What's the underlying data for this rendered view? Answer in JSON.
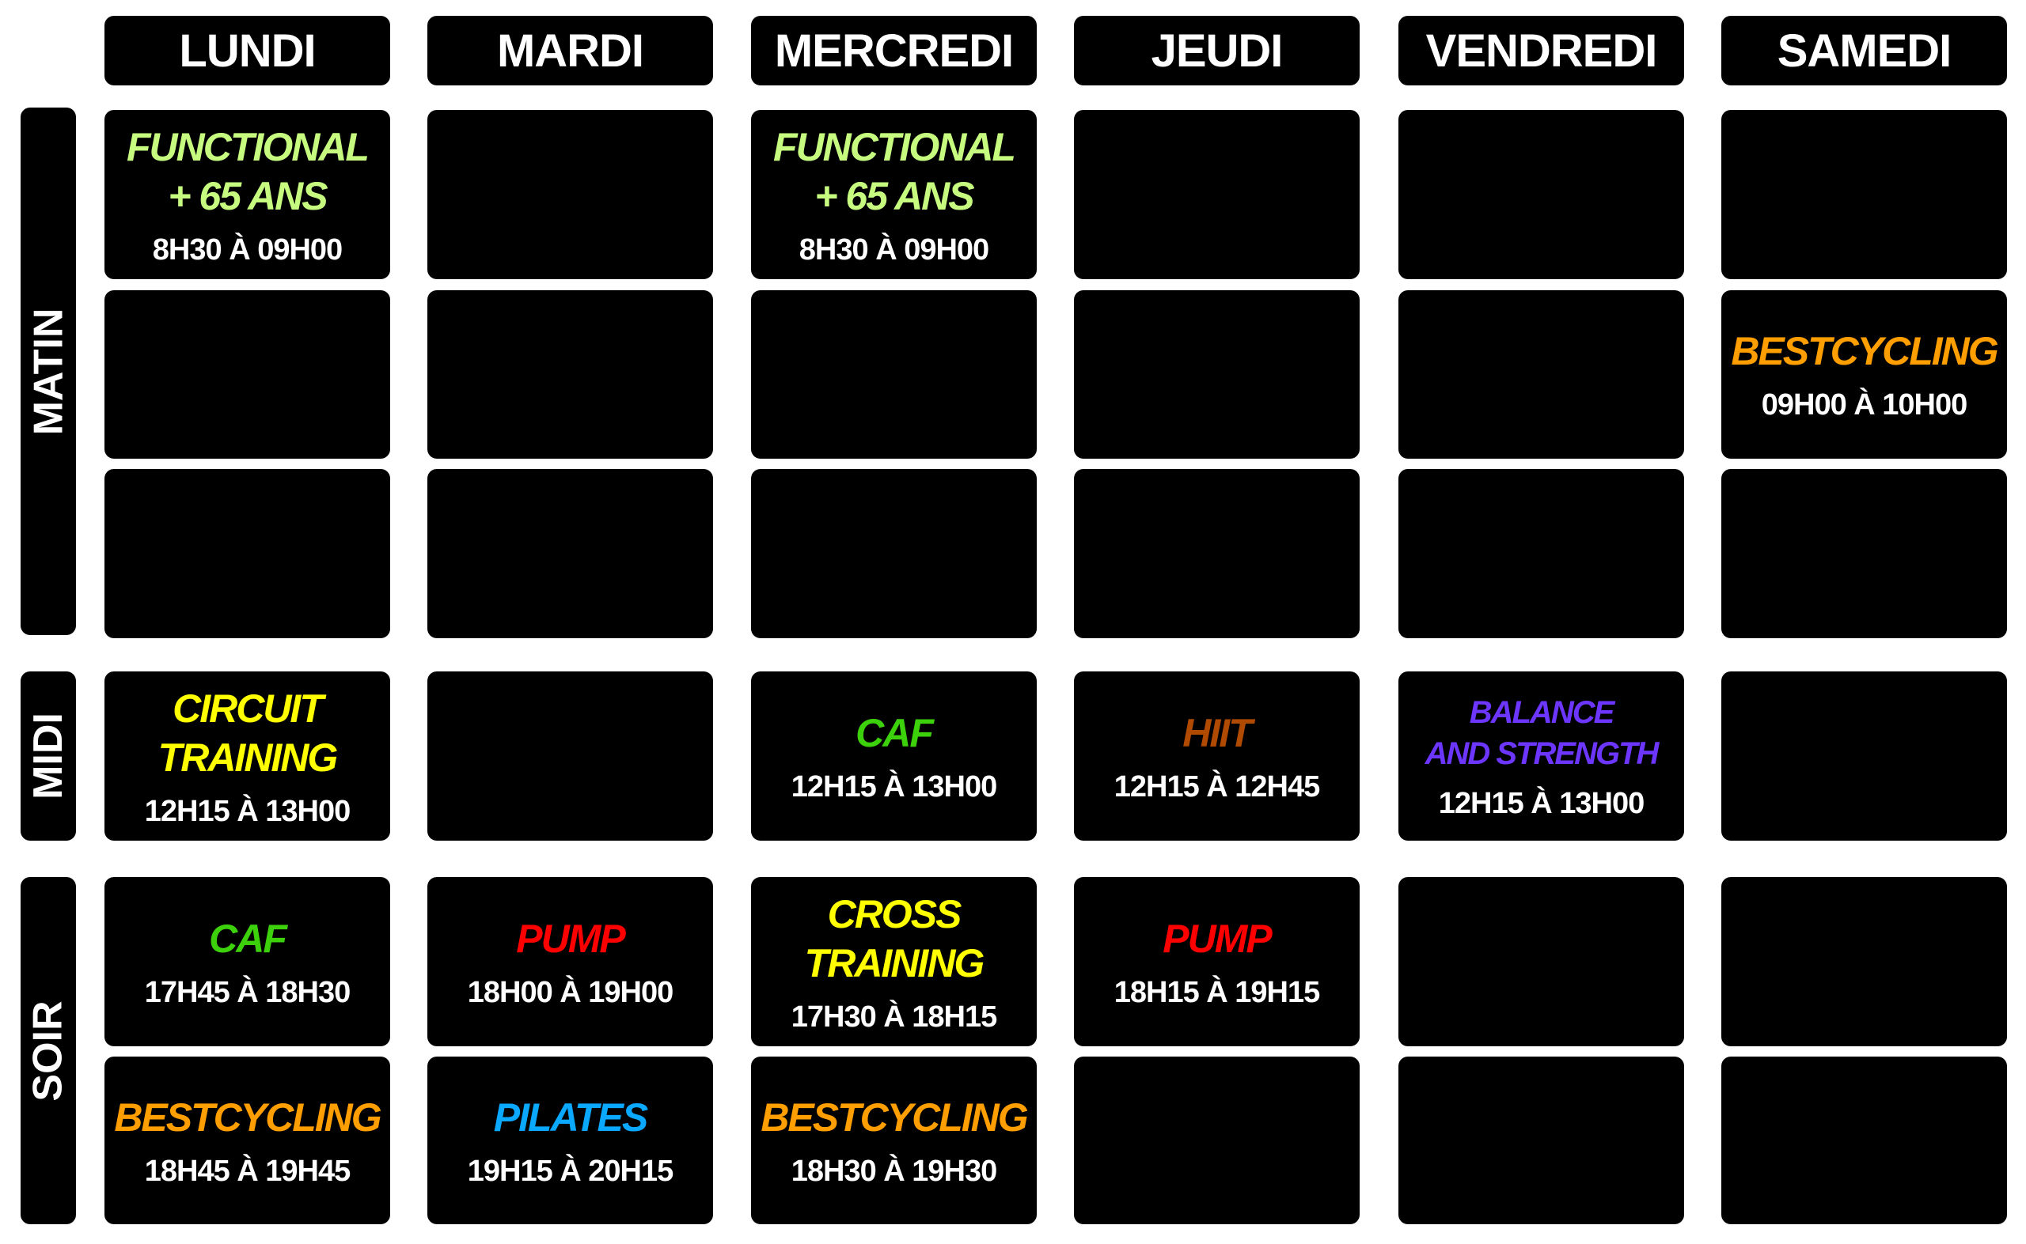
{
  "days": [
    "LUNDI",
    "MARDI",
    "MERCREDI",
    "JEUDI",
    "VENDREDI",
    "SAMEDI"
  ],
  "periods": [
    "MATIN",
    "MIDI",
    "SOIR"
  ],
  "rows": [
    {
      "period": "MATIN",
      "cells": [
        {
          "name": "FUNCTIONAL\n+ 65 ANS",
          "time": "8H30 À 09H00",
          "color": "#c6fb80"
        },
        null,
        {
          "name": "FUNCTIONAL\n+ 65 ANS",
          "time": "8H30 À 09H00",
          "color": "#c6fb80"
        },
        null,
        null,
        null
      ]
    },
    {
      "period": "MATIN",
      "cells": [
        null,
        null,
        null,
        null,
        null,
        {
          "name": "BESTCYCLING",
          "time": "09H00 À 10H00",
          "color": "#ff9e00"
        }
      ]
    },
    {
      "period": "MATIN",
      "cells": [
        null,
        null,
        null,
        null,
        null,
        null
      ]
    },
    {
      "period": "MIDI",
      "cells": [
        {
          "name": "CIRCUIT\nTRAINING",
          "time": "12H15 À 13H00",
          "color": "#ffff00"
        },
        null,
        {
          "name": "CAF",
          "time": "12H15 À 13H00",
          "color": "#3dd10c"
        },
        {
          "name": "HIIT",
          "time": "12H15 À 12H45",
          "color": "#b04a00"
        },
        {
          "name": "BALANCE\nAND STRENGTH",
          "time": "12H15 À 13H00",
          "color": "#6c36ff",
          "small": true
        },
        null
      ]
    },
    {
      "period": "SOIR",
      "cells": [
        {
          "name": "CAF",
          "time": "17H45 À 18H30",
          "color": "#3dd10c"
        },
        {
          "name": "PUMP",
          "time": "18H00 À 19H00",
          "color": "#ff0000"
        },
        {
          "name": "CROSS\nTRAINING",
          "time": "17H30 À 18H15",
          "color": "#ffff00"
        },
        {
          "name": "PUMP",
          "time": "18H15 À 19H15",
          "color": "#ff0000"
        },
        null,
        null
      ]
    },
    {
      "period": "SOIR",
      "cells": [
        {
          "name": "BESTCYCLING",
          "time": "18H45 À 19H45",
          "color": "#ff9e00"
        },
        {
          "name": "PILATES",
          "time": "19H15 À 20H15",
          "color": "#0aa8ff"
        },
        {
          "name": "BESTCYCLING",
          "time": "18H30 À 19H30",
          "color": "#ff9e00"
        },
        null,
        null,
        null
      ]
    }
  ]
}
